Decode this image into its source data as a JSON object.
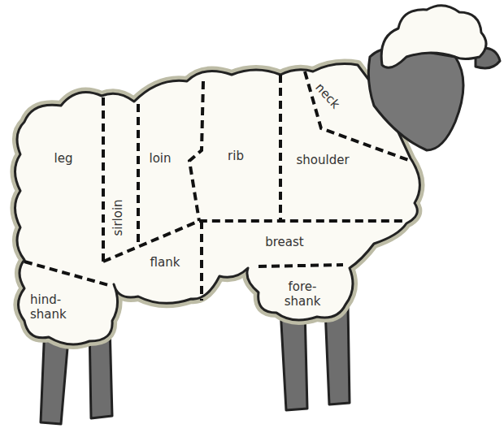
{
  "diagram": {
    "labels": [
      "neck",
      "leg",
      "sirloin",
      "loin",
      "rib",
      "shoulder",
      "breast",
      "flank",
      "hind-shank",
      "fore-shank"
    ]
  }
}
